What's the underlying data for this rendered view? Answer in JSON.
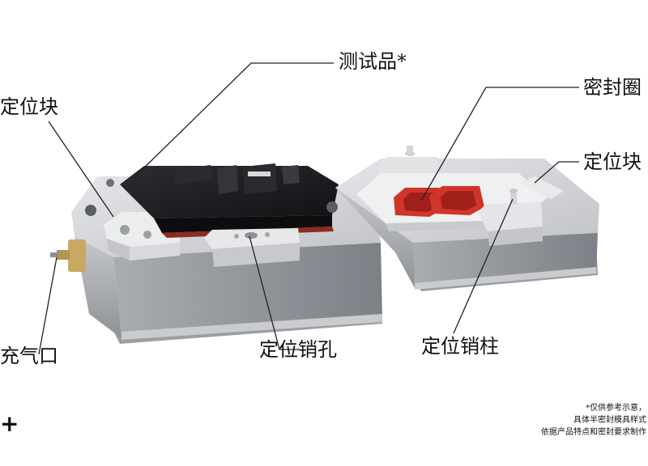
{
  "labels": {
    "test_product": "测试品*",
    "locating_block_left": "定位块",
    "seal_ring": "密封圈",
    "locating_block_right": "定位块",
    "inflation_port": "充气口",
    "locating_pin_hole": "定位销孔",
    "locating_pin": "定位销柱"
  },
  "note": {
    "line1": "*仅供参考示意，",
    "line2": "具体半密封模具样式",
    "line3": "依据产品特点和密封要求制作"
  },
  "plus_symbol": "+",
  "colors": {
    "metal_light": "#d6d7da",
    "metal_mid": "#b7b9bd",
    "metal_dark": "#8f9297",
    "plate_black": "#1e1f22",
    "seal_red": "#d0342a",
    "leader": "#222222"
  }
}
